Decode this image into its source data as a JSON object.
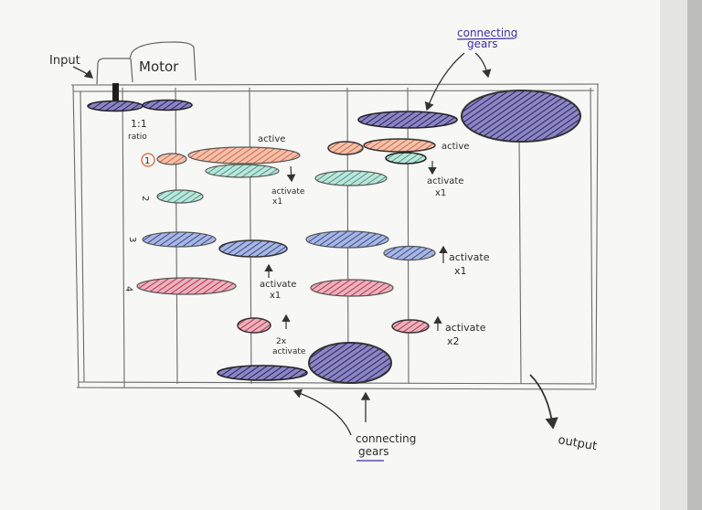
{
  "labels": {
    "input": "Input",
    "motor": "Motor",
    "ratio_value": "1:1",
    "ratio_word": "ratio",
    "active_left": "active",
    "activate_x1_a_word": "activate",
    "activate_x1_a_mult": "x1",
    "active_right": "active",
    "activate_x1_b_word": "activate",
    "activate_x1_b_mult": "x1",
    "activate_x1_c_word": "activate",
    "activate_x1_c_mult": "x1",
    "activate_x1_d_word": "activate",
    "activate_x1_d_mult": "x1",
    "activate_2x_mult": "2x",
    "activate_2x_word": "activate",
    "activate_x2_word": "activate",
    "activate_x2_mult": "x2",
    "connecting_top_1": "connecting",
    "connecting_top_2": "gears",
    "connecting_bottom_1": "connecting",
    "connecting_bottom_2": "gears",
    "output": "output"
  },
  "row_numbers": [
    "1",
    "2",
    "3",
    "4"
  ],
  "colors": {
    "purple": "#4a3f8f",
    "orange": "#e0805c",
    "teal": "#5fb5a0",
    "blue": "#4a63b0",
    "red": "#c0435a",
    "pencil": "#555555"
  }
}
